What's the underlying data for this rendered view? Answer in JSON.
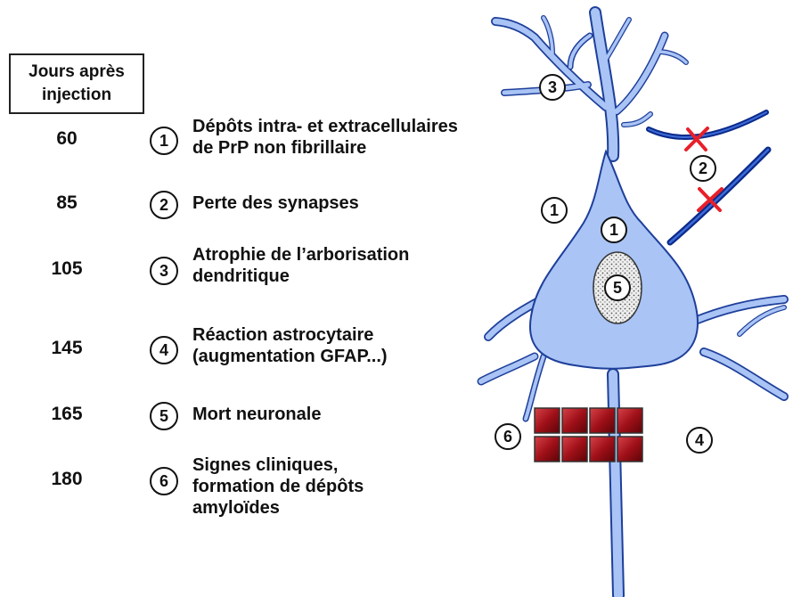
{
  "header": {
    "line1": "Jours après",
    "line2": "injection"
  },
  "events": [
    {
      "day": "60",
      "num": "1",
      "line1": "Dépôts intra- et extracellulaires",
      "line2": "de PrP non fibrillaire",
      "line3": ""
    },
    {
      "day": "85",
      "num": "2",
      "line1": "Perte des synapses",
      "line2": "",
      "line3": ""
    },
    {
      "day": "105",
      "num": "3",
      "line1": "Atrophie de l’arborisation",
      "line2": "dendritique",
      "line3": ""
    },
    {
      "day": "145",
      "num": "4",
      "line1": "Réaction astrocytaire",
      "line2": "(augmentation GFAP...)",
      "line3": ""
    },
    {
      "day": "165",
      "num": "5",
      "line1": "Mort neuronale",
      "line2": "",
      "line3": ""
    },
    {
      "day": "180",
      "num": "6",
      "line1": "Signes cliniques,",
      "line2": "formation de dépôts",
      "line3": "amyloïdes"
    }
  ],
  "diagram_labels": {
    "n1_outside": "1",
    "n1_soma": "1",
    "n2": "2",
    "n3": "3",
    "n4": "4",
    "n5": "5",
    "n6": "6"
  },
  "colors": {
    "neuron_fill": "#a9c4f5",
    "neuron_stroke": "#1e3f9a",
    "axon_dark": "#0a2a8a",
    "synapse_cross": "#e8202a",
    "deposit_block": "#a01018",
    "nucleus_fill": "#e4e4e4"
  }
}
